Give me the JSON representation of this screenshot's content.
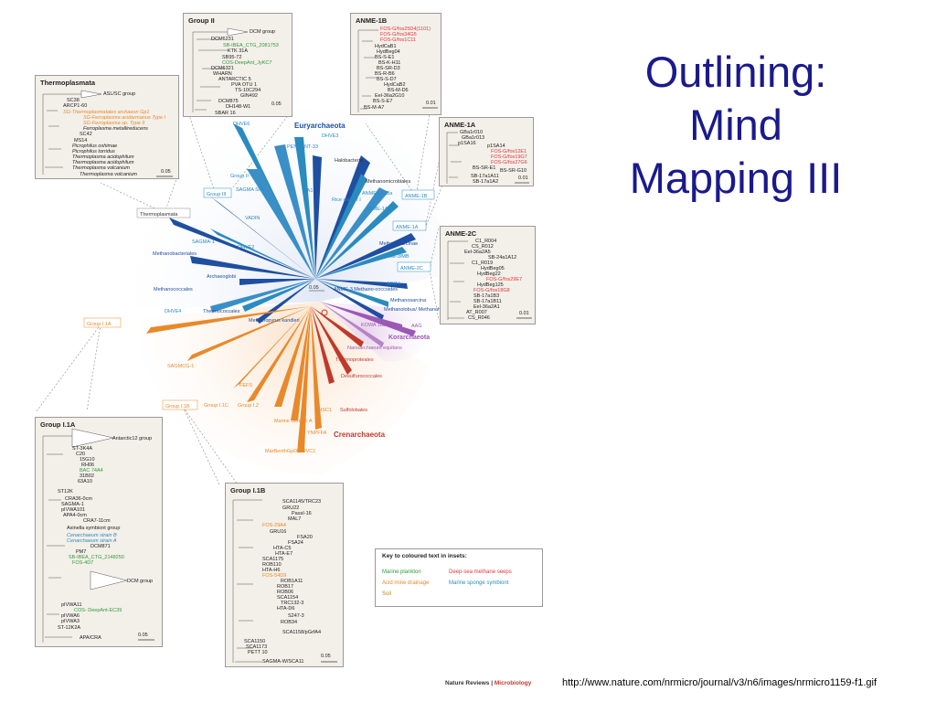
{
  "slide": {
    "title_lines": [
      "Outlining:",
      "Mind",
      "Mapping III"
    ],
    "url": "http://www.nature.com/nrmicro/journal/v3/n6/images/nrmicro1159-f1.gif",
    "credit_journal": "Nature Reviews",
    "credit_sep": " | ",
    "credit_section": "Microbiology"
  },
  "colors": {
    "title": "#1a1a8c",
    "euryarchaeota": "#1e4fa0",
    "crenarchaeota": "#d2691e",
    "korarchaeota": "#9b59b6",
    "marine_plankton": "#2e9b3a",
    "deep_sea_seeps": "#e0383a",
    "acid_mine": "#e8892b",
    "marine_sponge": "#2a8bbf"
  },
  "tree": {
    "euryarchaeota": "Euryarchaeota",
    "crenarchaeota": "Crenarchaeota",
    "korarchaeota": "Korarchaeota",
    "scale": "0.05",
    "labels": {
      "dhve6": "DHVE6",
      "pendant33": "PENDANT-33",
      "dhve3": "DHVE3",
      "halobacteria": "Halobacteria",
      "methanomicrobiales": "Methanomicrobiales",
      "group2": "Group II",
      "group3": "Group III",
      "sagma_st": "SAGMA S/T",
      "sa1": "SA1",
      "rice_cluster1": "Rice cluster I",
      "anme1gba": "ANME-1 GBa",
      "anme1b": "ANME-1B",
      "anme1at": "ANME-1AT",
      "anme1a": "ANME-1A",
      "thermoplasmata": "Thermoplasmata",
      "vadin": "VADIN",
      "sagma1": "SAGMA-1",
      "dhve2": "DHVE2",
      "methanosarcinae": "Methanosarcinae",
      "anme3mb": "ANME-3/MB",
      "anme2c": "ANME-2C",
      "methanobacteriales": "Methanobacteriales",
      "archaeoglobi": "Archaeoglobi",
      "arc1": "ARC I",
      "methanococcales": "Methanococcales",
      "anme3": "ANME-3 Methano-coccoides",
      "methanosarcina": "Methanosarcina",
      "methanolobus": "Methanolobus/ Methanohalophilus",
      "dhve4": "DHVE4",
      "thermococcales": "Thermococcales",
      "methanopyrus": "Methanopyrus kandleri",
      "kowa": "KOWA 183",
      "aag": "AAG",
      "korarch_sub": "Nanoarchaeum equitans",
      "group1a": "Group I.1A",
      "sagmcg1": "SAGMCG-1",
      "thermoproteales": "Thermoproteales",
      "desulfurococcales": "Desulfurococcales",
      "fefs": "FEFS",
      "group1c": "Group I.1C",
      "group1b": "Group I.1B",
      "group12": "Group I.2",
      "thsc1": "THSC1",
      "sulfolobales": "Sulfolobales",
      "marinebenthica": "Marine Benthic A",
      "ynpfs": "YNPFFA",
      "mbgdhvec1": "MarBenthGpD/DHVC1"
    }
  },
  "insets": {
    "group2": {
      "title": "Group II",
      "items": [
        "DCM group",
        "DCM6231",
        "SB-IBEA_CTG_2081753",
        "KTK 31A",
        "SB95-72",
        "COS-DeepAnt_JyKC7",
        "DCM6321",
        "WHARN",
        "ANTARCTIC 5",
        "PVA OTU 1",
        "TS-10C294",
        "GIN492",
        "DCM875",
        "DH148-W1",
        "SBAR 16"
      ],
      "scale": "0.05"
    },
    "anme1b": {
      "title": "ANME-1B",
      "items": [
        "FOS-G/fos25D4(1101)",
        "FOS-G/fos34G5",
        "FOS-G/fos1C11",
        "HydCaB1",
        "HydBeg04",
        "BS-S-E1",
        "BS-K-H11",
        "BS-SR-D3",
        "BS-R-B6",
        "BS-S-D7",
        "HydCaB2",
        "BS-M-D6",
        "Eel-36a2G10",
        "BS-S-E7",
        "BS-M-A7"
      ],
      "scale": "0.01"
    },
    "thermoplasmata": {
      "title": "Thermoplasmata",
      "items": [
        "ASL/SC group",
        "SC38",
        "ARCP1-60",
        "SG-Thermoplasmatales archaeon Gp1",
        "SG-Ferroplasma acidarmanus Type I",
        "SG-Ferroplasma sp. Type II",
        "Ferroplasma metallireducens",
        "SC42",
        "MS14",
        "Picrophilus oshimae",
        "Picrophilus torridus",
        "Thermoplasma acidophilum",
        "Thermoplasma acidophilum",
        "Thermoplasma volcanium",
        "Thermoplasma volcanium"
      ],
      "scale": "0.05"
    },
    "anme1a": {
      "title": "ANME-1A",
      "items": [
        "GBa1r010",
        "GBa1r013",
        "p1SA16",
        "p1SA14",
        "FOS-G/fos12E1",
        "FOS-G/fos19G7",
        "FOS-G/fos27G6",
        "BS-SR-E1",
        "BS-SR-G10",
        "SB-17a1A11",
        "SB-17a1A2"
      ],
      "scale": "0.01"
    },
    "anme2c": {
      "title": "ANME-2C",
      "items": [
        "C1_R004",
        "CS_R012",
        "Eel-36a2A5",
        "SB-24a1A12",
        "C1_R019",
        "HydBeg05",
        "HydBeg22",
        "FOS-G/fos29E7",
        "HydBeg125",
        "FOS-G/fos18G8",
        "SB-17a1B3",
        "SB-17a1B11",
        "Eel-36a2A1",
        "AT_R007",
        "CS_R046"
      ],
      "scale": "0.01"
    },
    "group1a": {
      "title": "Group I.1A",
      "items": [
        "Antarctic12 group",
        "ST-3K4A",
        "C20",
        "15G10",
        "RH06",
        "BAC 74A4",
        "31B02",
        "63A10",
        "ST12K",
        "CRA36-0cm",
        "SAGMA-1",
        "pIVWA101",
        "APA4-0cm",
        "CRA7-11cm",
        "Axinella symbiont group",
        "Cenarchaeum strain B",
        "Cenarchaeum strain A",
        "DCM871",
        "PM7",
        "SB-IBEA_CTG_2148250",
        "FOS-4D7",
        "DCM group",
        "pIVWA11",
        "COS- DeepAnt-EC39",
        "pIVWA6",
        "pIVWA3",
        "ST-12K2A",
        "APA/CRA"
      ],
      "scale": "0.05"
    },
    "group1b": {
      "title": "Group I.1B",
      "items": [
        "SCA1145/TRC23",
        "GRU22",
        "PassI-16",
        "MAL7",
        "FOS-29A4",
        "GRU16",
        "FSA20",
        "FSA24",
        "HTA-C5",
        "HTA-E7",
        "SCA1175",
        "ROB110",
        "HTA-H6",
        "FOS-54D9",
        "ROB1A11",
        "ROB17",
        "ROB06",
        "SCA1154",
        "TRC132-3",
        "HTA-D6",
        "S247-3",
        "ROB34",
        "SCA1158/pGrfA4",
        "SCA1150",
        "SCA1173",
        "PETT 10",
        "SAGMA-W/SCA11"
      ],
      "scale": "0.05"
    }
  },
  "key": {
    "title": "Key to coloured text in insets:",
    "marine_plankton": "Marine plankton",
    "deep_sea": "Deep-sea methane seeps",
    "acid_mine": "Acid mine drainage",
    "marine_sponge": "Marine sponge symbiont",
    "soil": "Soil"
  }
}
